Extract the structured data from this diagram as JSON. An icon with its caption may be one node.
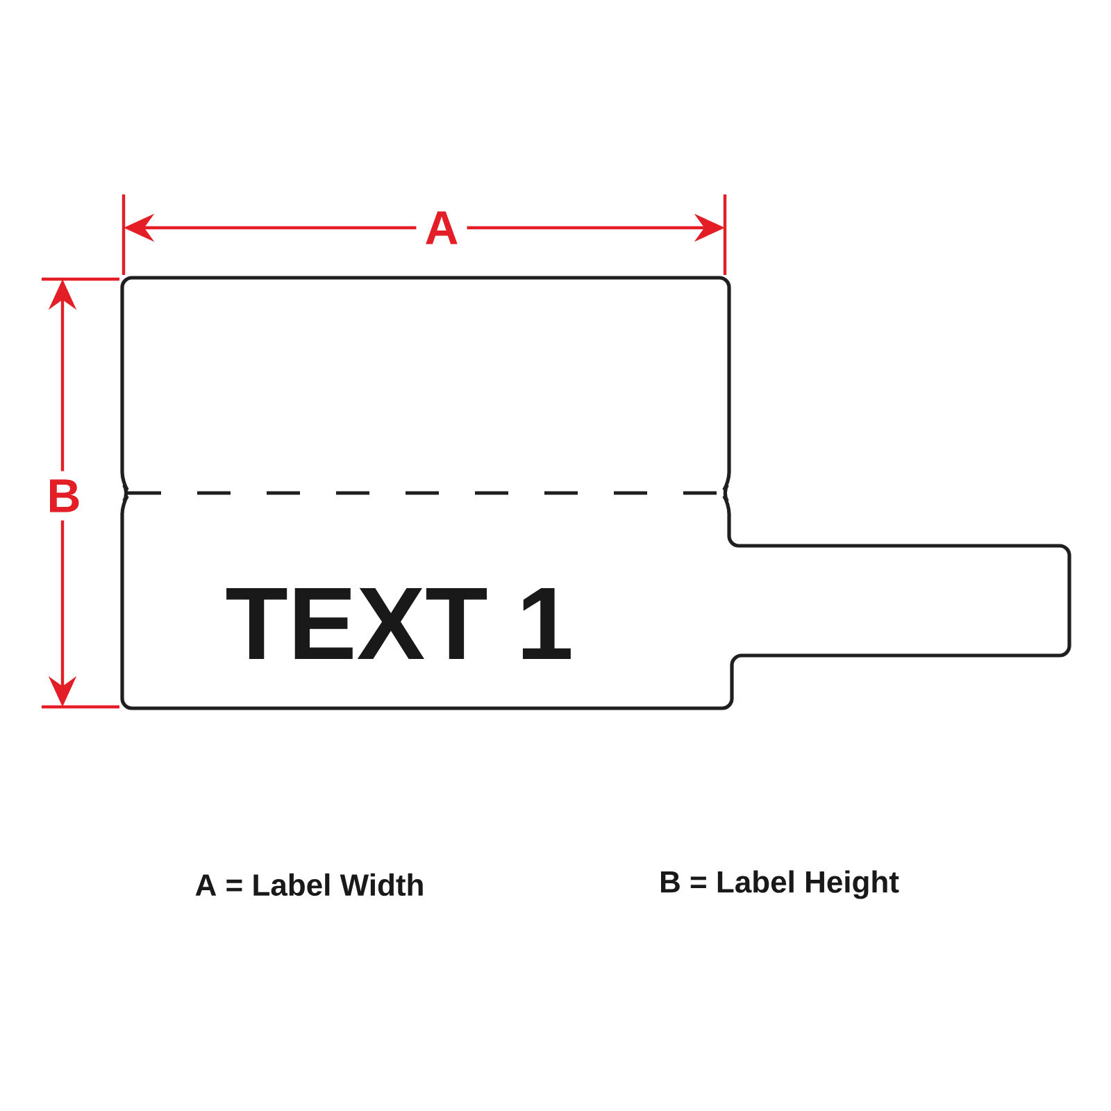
{
  "diagram": {
    "labels": [
      "A",
      "B",
      "TEXT 1",
      "A = Label Width",
      "B = Label Height"
    ]
  }
}
